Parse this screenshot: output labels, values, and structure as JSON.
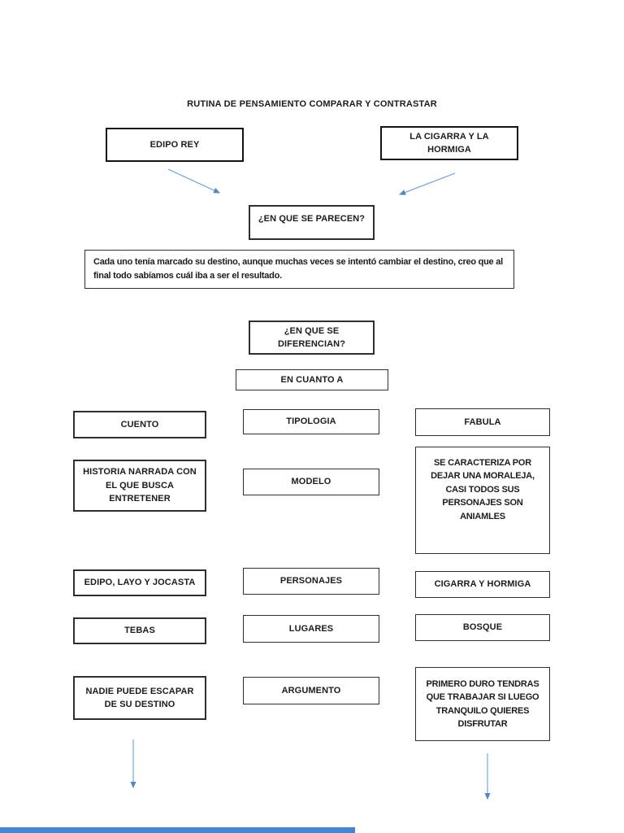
{
  "page": {
    "title": "RUTINA DE PENSAMIENTO COMPARAR Y CONTRASTAR",
    "colors": {
      "background": "#ffffff",
      "box_border": "#2e2e2e",
      "text": "#1c1c1c",
      "arrow_line": "#7fadde",
      "arrow_head": "#4f87ca",
      "next_page_bar": "#3e86d8"
    }
  },
  "top": {
    "left_work": "EDIPO REY",
    "right_work": "LA CIGARRA Y LA HORMIGA",
    "similarity_question": "¿EN QUE SE PARECEN?",
    "similarity_answer": "Cada uno tenía marcado su destino, aunque muchas veces se intentó cambiar el destino, creo que al final todo sabíamos cuál iba a ser el resultado."
  },
  "diff": {
    "question": "¿EN QUE SE DIFERENCIAN?",
    "header": "EN CUANTO A",
    "rows": [
      {
        "left": "CUENTO",
        "middle": "TIPOLOGIA",
        "right": "FABULA"
      },
      {
        "left": "HISTORIA NARRADA CON EL QUE BUSCA ENTRETENER",
        "middle": "MODELO",
        "right": "SE CARACTERIZA POR DEJAR UNA MORALEJA, CASI TODOS SUS PERSONAJES SON ANIAMLES"
      },
      {
        "left": "EDIPO, LAYO Y JOCASTA",
        "middle": "PERSONAJES",
        "right": "CIGARRA Y HORMIGA"
      },
      {
        "left": "TEBAS",
        "middle": "LUGARES",
        "right": "BOSQUE"
      },
      {
        "left": "NADIE PUEDE ESCAPAR DE SU DESTINO",
        "middle": "ARGUMENTO",
        "right": "PRIMERO DURO TENDRAS QUE TRABAJAR SI LUEGO TRANQUILO QUIERES DISFRUTAR"
      }
    ]
  }
}
